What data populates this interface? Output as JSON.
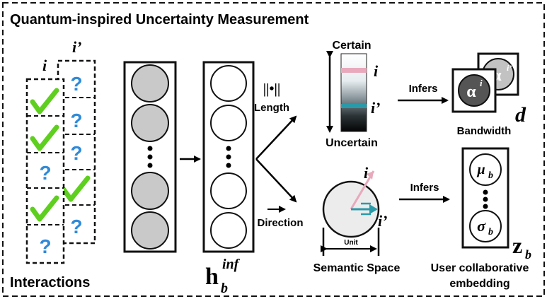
{
  "title": "Quantum-inspired Uncertainty Measurement",
  "interactions": {
    "label": "Interactions",
    "col_i_label": "i",
    "col_i_prime_label": "i’",
    "col_i_items": [
      "check-icon",
      "check-icon",
      "question-icon",
      "check-icon",
      "question-icon"
    ],
    "col_i_prime_items": [
      "question-icon",
      "question-icon",
      "question-icon",
      "check-icon",
      "question-icon"
    ]
  },
  "hidden_vector": {
    "label_base": "h",
    "label_sub": "b",
    "label_sup": "inf"
  },
  "length_branch": {
    "norm_symbol": "||•||",
    "label": "Length",
    "scale_top": "Certain",
    "scale_bottom": "Uncertain",
    "marker_i": "i",
    "marker_i_prime": "i’",
    "infers": "Infers",
    "alpha_front": "α",
    "alpha_front_sup": "i",
    "alpha_back": "α",
    "alpha_back_sup": "i’",
    "d_label": "d",
    "bandwidth_label": "Bandwidth"
  },
  "direction_branch": {
    "label": "Direction",
    "vector_i": "i",
    "vector_i_prime": "i’",
    "unit_label": "Unit",
    "space_label": "Semantic Space",
    "infers": "Infers",
    "mu_base": "μ",
    "mu_sub": "b",
    "sigma_base": "σ",
    "sigma_sub": "b",
    "z_base": "z",
    "z_sub": "b",
    "embedding_label_line1": "User collaborative",
    "embedding_label_line2": "embedding"
  },
  "colors": {
    "check_green": "#5fcf1f",
    "question_blue": "#2f8ad8",
    "pink_marker": "#e8a9bd",
    "teal_marker": "#2a9aa8",
    "node_gray": "#c9c9c9",
    "alpha_front_fill": "#555555",
    "alpha_back_fill": "#c2c2c2",
    "sphere_fill": "#ececec"
  }
}
